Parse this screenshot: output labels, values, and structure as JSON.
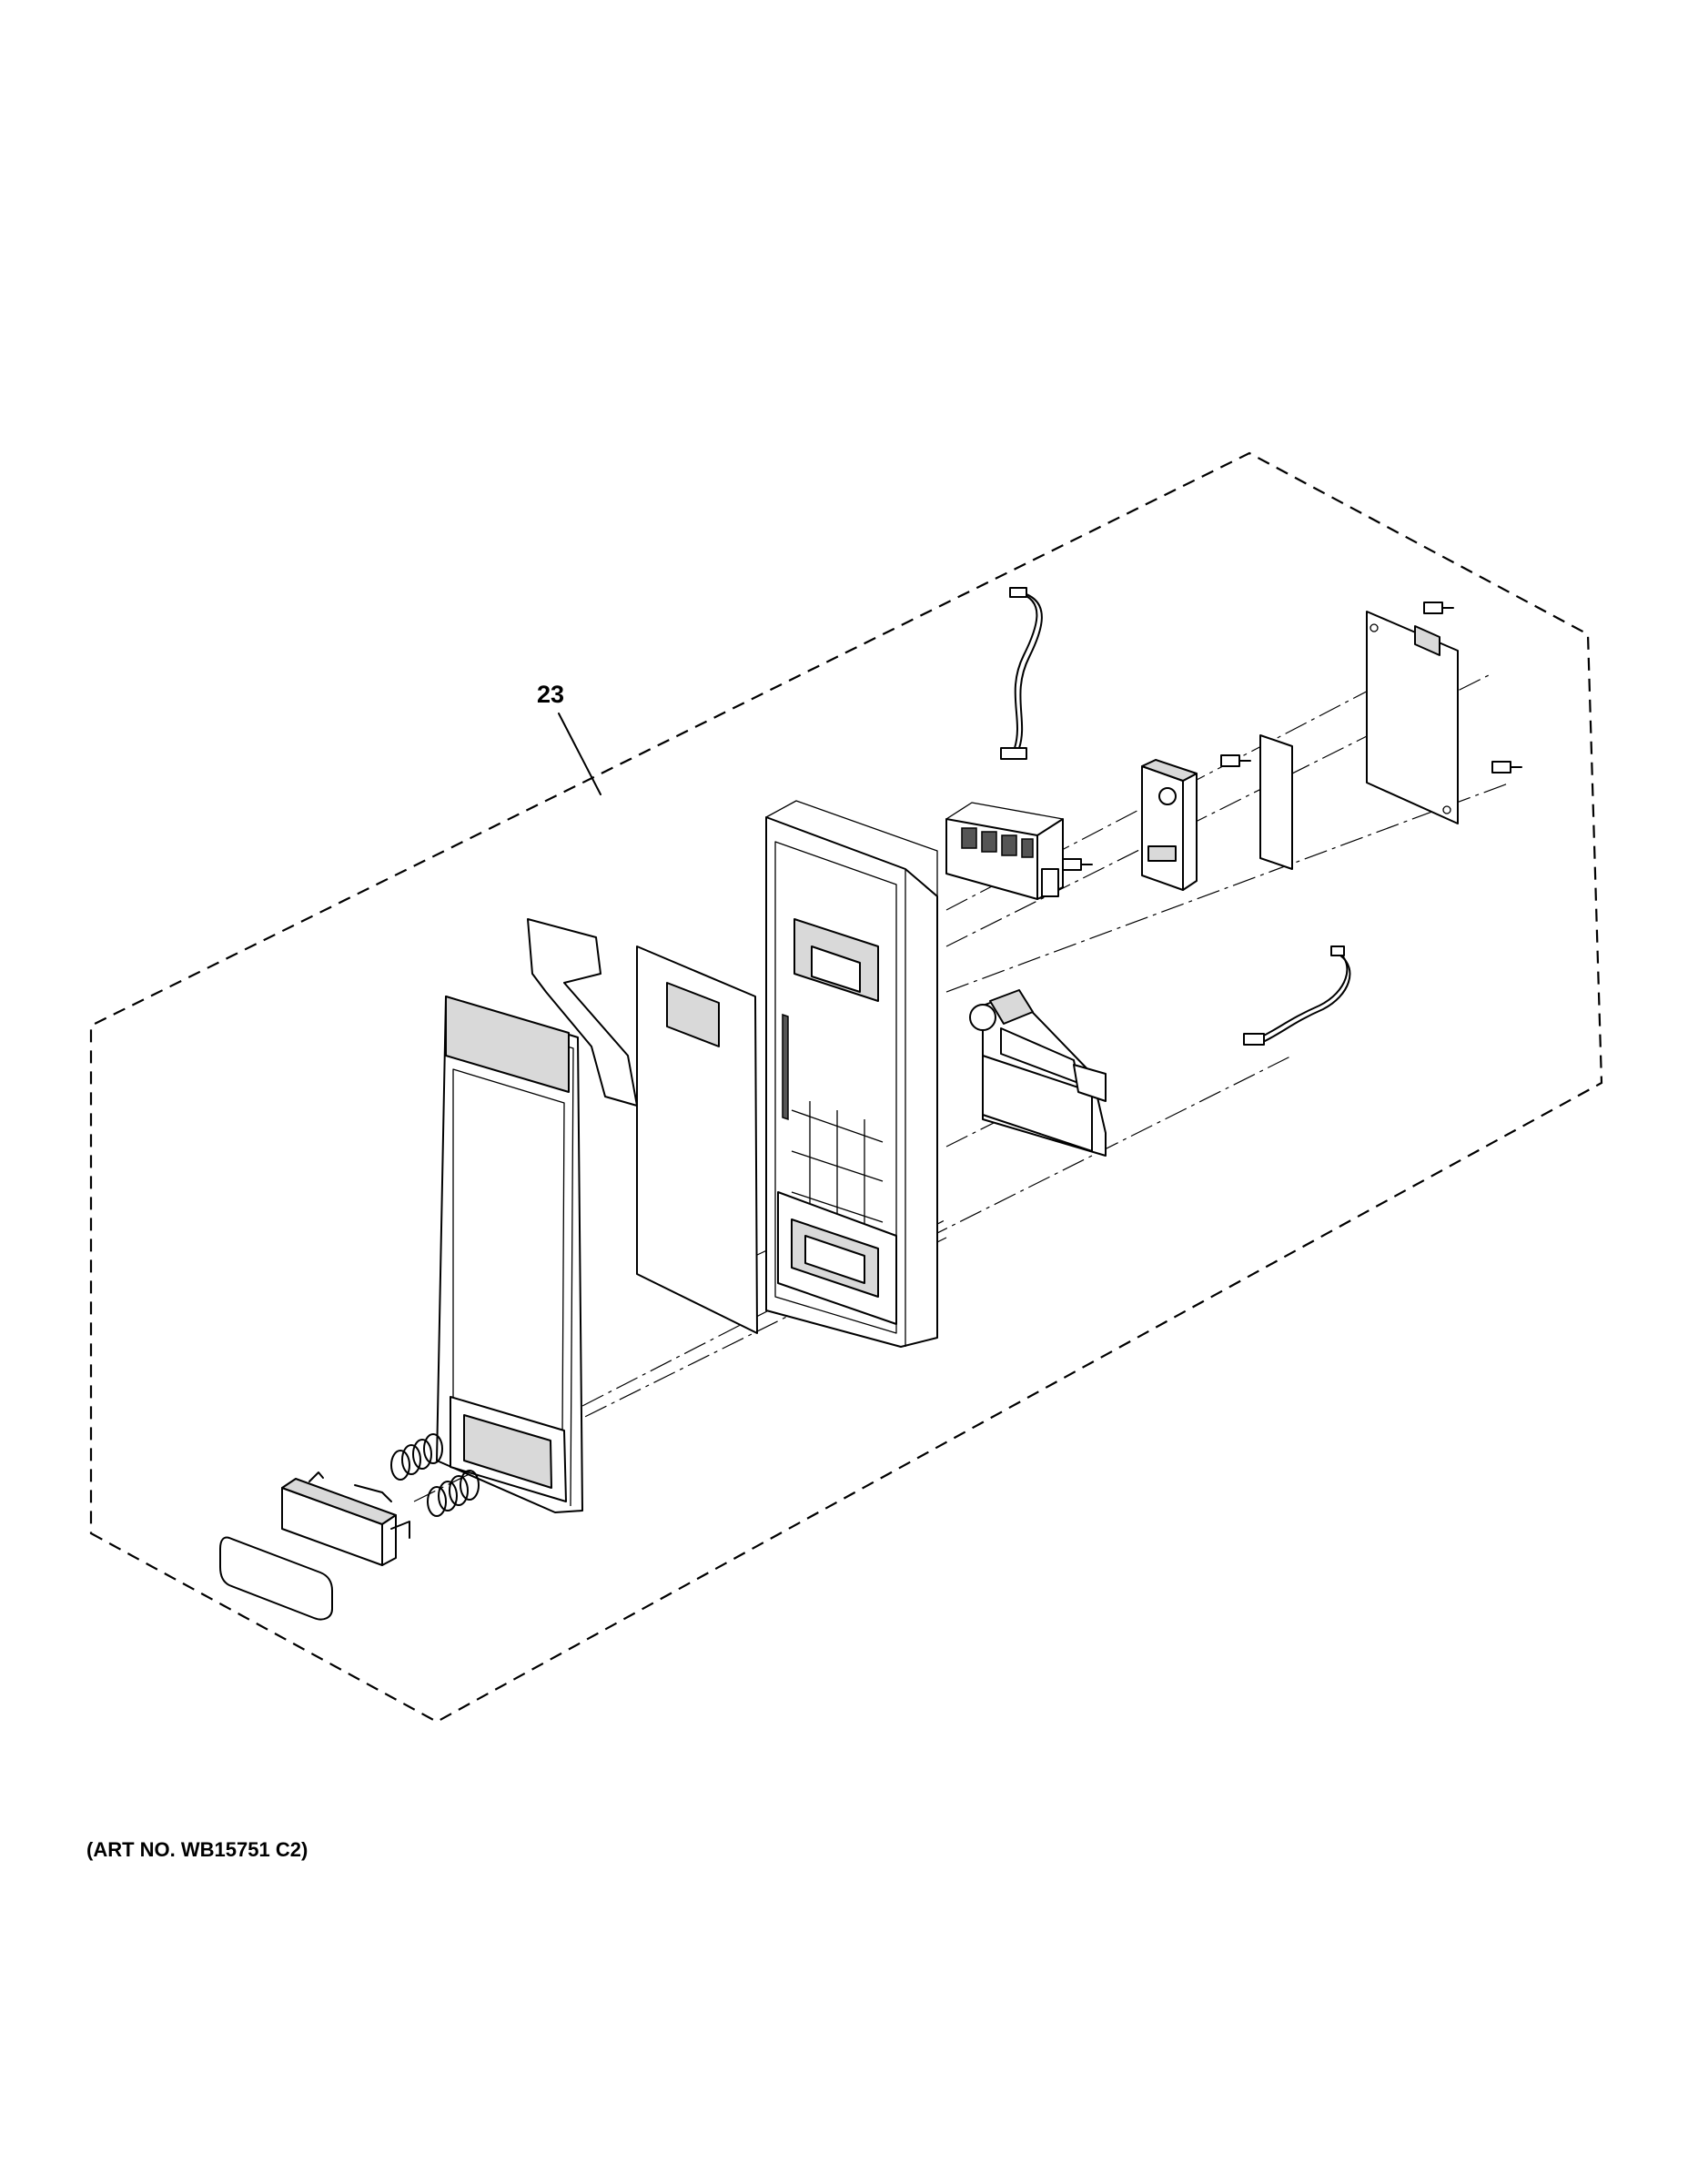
{
  "diagram": {
    "callouts": [
      {
        "id": "assembly",
        "label": "23"
      }
    ],
    "art_number": "(ART NO. WB15751 C2)",
    "parts": [
      "dashed-assembly-boundary",
      "escutcheon-frame",
      "membrane-switch",
      "flex-ribbon",
      "control-panel-housing",
      "display-board",
      "wire-harness-upper",
      "wire-harness-lower",
      "bracket",
      "insulator-sheet",
      "control-board",
      "door-latch-lever",
      "springs",
      "push-button",
      "button-cover",
      "screws"
    ]
  }
}
